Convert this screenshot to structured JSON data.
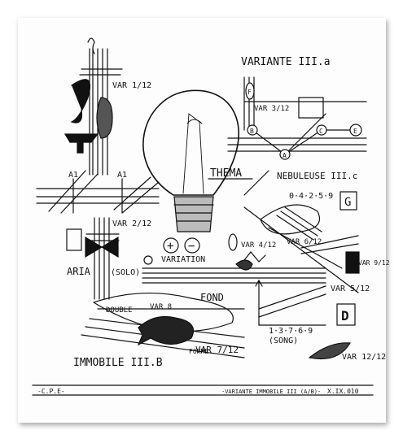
{
  "labels": {
    "variante": "VARIANTE III.a",
    "nebuleuse": "NEBULEUSE III.c",
    "thema": "THEMA",
    "immobile": "IMMOBILE III.B",
    "aria": "ARIA",
    "solo": "(SOLO)",
    "fond": "FOND",
    "variation": "VARIATION",
    "double": "DOUBLE",
    "forme": "FORME",
    "song": "(SONG)",
    "sequence_top": "0·4·2·5·9",
    "sequence_bottom": "1·3·7·6·9",
    "box_g": "G",
    "box_d": "D",
    "var_1_12": "VAR 1/12",
    "var_2_12": "VAR 2/12",
    "var_3_12": "VAR 3/12",
    "var_4_12": "VAR 4/12",
    "var_5_12": "VAR 5/12",
    "var_6_12": "VAR 6/12",
    "var_7_12": "VAR 7/12",
    "var_8": "VAR 8",
    "var_9_12": "VAR 9/12",
    "var_12_12": "VAR 12/12",
    "node_a": "A",
    "node_b": "B",
    "node_c": "C",
    "node_e": "E",
    "node_f": "F",
    "plus": "+",
    "minus": "−",
    "a1_left": "A1",
    "a1_right": "A1"
  },
  "footer": {
    "left": "-C.P.E-",
    "center": "-VARIANTE IMMOBILE III (A/B)-",
    "right": "X.IX.010"
  },
  "colors": {
    "ink": "#111111",
    "paper": "#fdfdfd"
  }
}
